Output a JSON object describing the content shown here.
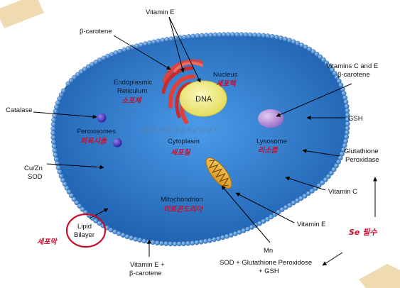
{
  "labels": {
    "vitamin_e_top": "Vitamin E",
    "beta_carotene_top": "β-carotene",
    "nucleus": "Nucleus",
    "nucleus_kor": "세포핵",
    "dna": "DNA",
    "er_line1": "Endoplasmic",
    "er_line2": "Reticulum",
    "er_kor": "소포체",
    "vitamins_ce_line1": "Vitamins C and E",
    "vitamins_ce_line2": "β-carotene",
    "catalase": "Catalase",
    "gsh": "GSH",
    "peroxisomes": "Peroxisomes",
    "peroxisomes_kor": "퍼옥시좀",
    "watermark": "리틀약사의 영양치료이야기",
    "cytoplasm": "Cytoplasm",
    "cytoplasm_kor": "세포질",
    "lysosome": "Lysosome",
    "lysosome_kor": "리소좀",
    "glutathione_line1": "Glutathione",
    "glutathione_line2": "Peroxidase",
    "cuzn_line1": "Cu/Zn",
    "cuzn_line2": "SOD",
    "vitamin_c": "Vitamin C",
    "mitochondrion": "Mitochondrion",
    "mitochondrion_kor": "미토콘드리아",
    "lipid_line1": "Lipid",
    "lipid_line2": "Bilayer",
    "membrane_kor": "세포막",
    "vitamin_e_right": "Vitamin E",
    "se_note": "Se 필수",
    "mn": "Mn",
    "sod_line1": "SOD + Glutathione Peroxidose",
    "sod_line2": "+ GSH",
    "vitamin_e_bottom_line1": "Vitamin E +",
    "vitamin_e_bottom_line2": "β-carotene"
  },
  "colors": {
    "cytoplasm": "#2a73c4",
    "membrane_bead": "#3f86d6",
    "er": "#e0403a",
    "nucleus": "#f1ee84",
    "lysosome": "#b58ad8",
    "peroxisome": "#3b2bb4",
    "mitochondrion": "#e9a92a",
    "korean_accent": "#c8102e",
    "tape": "#e7c995"
  }
}
